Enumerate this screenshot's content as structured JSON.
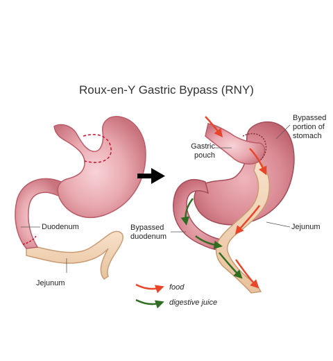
{
  "title": "Roux-en-Y Gastric Bypass (RNY)",
  "labels": {
    "duodenum": "Duodenum",
    "jejunum_left": "Jejunum",
    "gastric_pouch_line1": "Gastric",
    "gastric_pouch_line2": "pouch",
    "bypassed_stomach_line1": "Bypassed",
    "bypassed_stomach_line2": "portion of",
    "bypassed_stomach_line3": "stomach",
    "jejunum_right": "Jejunum",
    "bypassed_duodenum_line1": "Bypassed",
    "bypassed_duodenum_line2": "duodenum"
  },
  "legend": {
    "food": "food",
    "digestive_juice": "digestive juice"
  },
  "colors": {
    "stomach_fill": "#e9a9b0",
    "stomach_dark": "#c9737e",
    "intestine_fill": "#f0cfae",
    "intestine_edge": "#c99b73",
    "food_arrow": "#e8452a",
    "juice_arrow": "#2f6e22",
    "cut_line": "#c8102e"
  }
}
